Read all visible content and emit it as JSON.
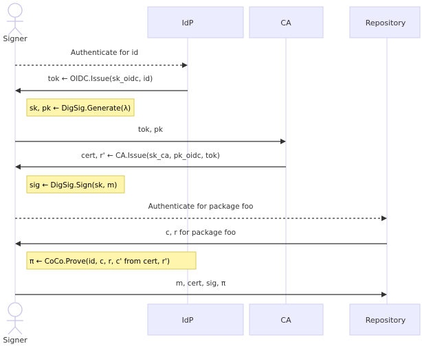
{
  "actor": {
    "label": "Signer"
  },
  "participants": [
    {
      "id": "idp",
      "label": "IdP"
    },
    {
      "id": "ca",
      "label": "CA"
    },
    {
      "id": "repo",
      "label": "Repository"
    }
  ],
  "messages": [
    {
      "label": "Authenticate for id",
      "from": "signer",
      "to": "idp",
      "style": "dashed"
    },
    {
      "label": "tok ← OIDC.Issue(sk_oidc, id)",
      "from": "idp",
      "to": "signer",
      "style": "solid"
    },
    {
      "note": "sk, pk ← DigSig.Generate(λ)"
    },
    {
      "label": "tok, pk",
      "from": "signer",
      "to": "ca",
      "style": "solid"
    },
    {
      "label": "cert, r' ← CA.Issue(sk_ca, pk_oidc, tok)",
      "from": "ca",
      "to": "signer",
      "style": "solid"
    },
    {
      "note": "sig ← DigSig.Sign(sk, m)"
    },
    {
      "label": "Authenticate for package foo",
      "from": "signer",
      "to": "repo",
      "style": "dashed"
    },
    {
      "label": "c, r for package foo",
      "from": "repo",
      "to": "signer",
      "style": "solid"
    },
    {
      "note": "π ← CoCo.Prove(id, c, r, c' from cert, r')"
    },
    {
      "label": "m, cert, sig, π",
      "from": "signer",
      "to": "repo",
      "style": "solid"
    }
  ],
  "colors": {
    "participant_fill": "#ececff",
    "lifeline": "#d8d2f2",
    "note_fill": "#fff5ad",
    "arrow": "#333333"
  }
}
